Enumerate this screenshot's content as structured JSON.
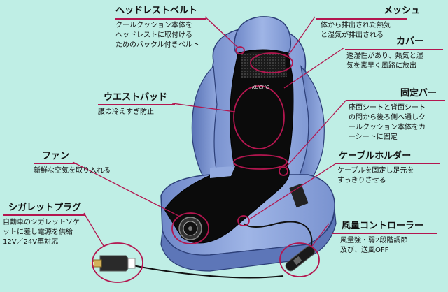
{
  "brand": "KUCHO",
  "callouts": {
    "headrest_belt": {
      "title": "ヘッドレストベルト",
      "desc": "クールクッション本体を\nヘッドレストに取付ける\nためのバックル付きベルト"
    },
    "mesh": {
      "title": "メッシュ",
      "desc": "体から排出された熱気\nと湿気が排出される"
    },
    "cover": {
      "title": "カバー",
      "desc": "透湿性があり、熱気と湿\n気を素早く風路に放出"
    },
    "waist_pad": {
      "title": "ウエストパッド",
      "desc": "腰の冷えすぎ防止"
    },
    "fixing_bar": {
      "title": "固定バー",
      "desc": "座面シートと背面シート\nの間から後ろ側へ通しク\nールクッション本体をカ\nーシートに固定"
    },
    "fan": {
      "title": "ファン",
      "desc": "新鮮な空気を取り入れる"
    },
    "cable_holder": {
      "title": "ケーブルホルダー",
      "desc": "ケーブルを固定し足元を\nすっきりさせる"
    },
    "cigarette_plug": {
      "title": "シガレットプラグ",
      "desc": "自動車のシガレットソケ\nットに差し電源を供給\n12V／24V車対応"
    },
    "controller": {
      "title": "風量コントローラー",
      "desc": "風量強・弱2段階調節\n及び、送風OFF"
    }
  },
  "colors": {
    "background": "#bfeee5",
    "accent": "#b3164f",
    "seat": "#8ea6da",
    "cushion": "#0b0b0b"
  }
}
